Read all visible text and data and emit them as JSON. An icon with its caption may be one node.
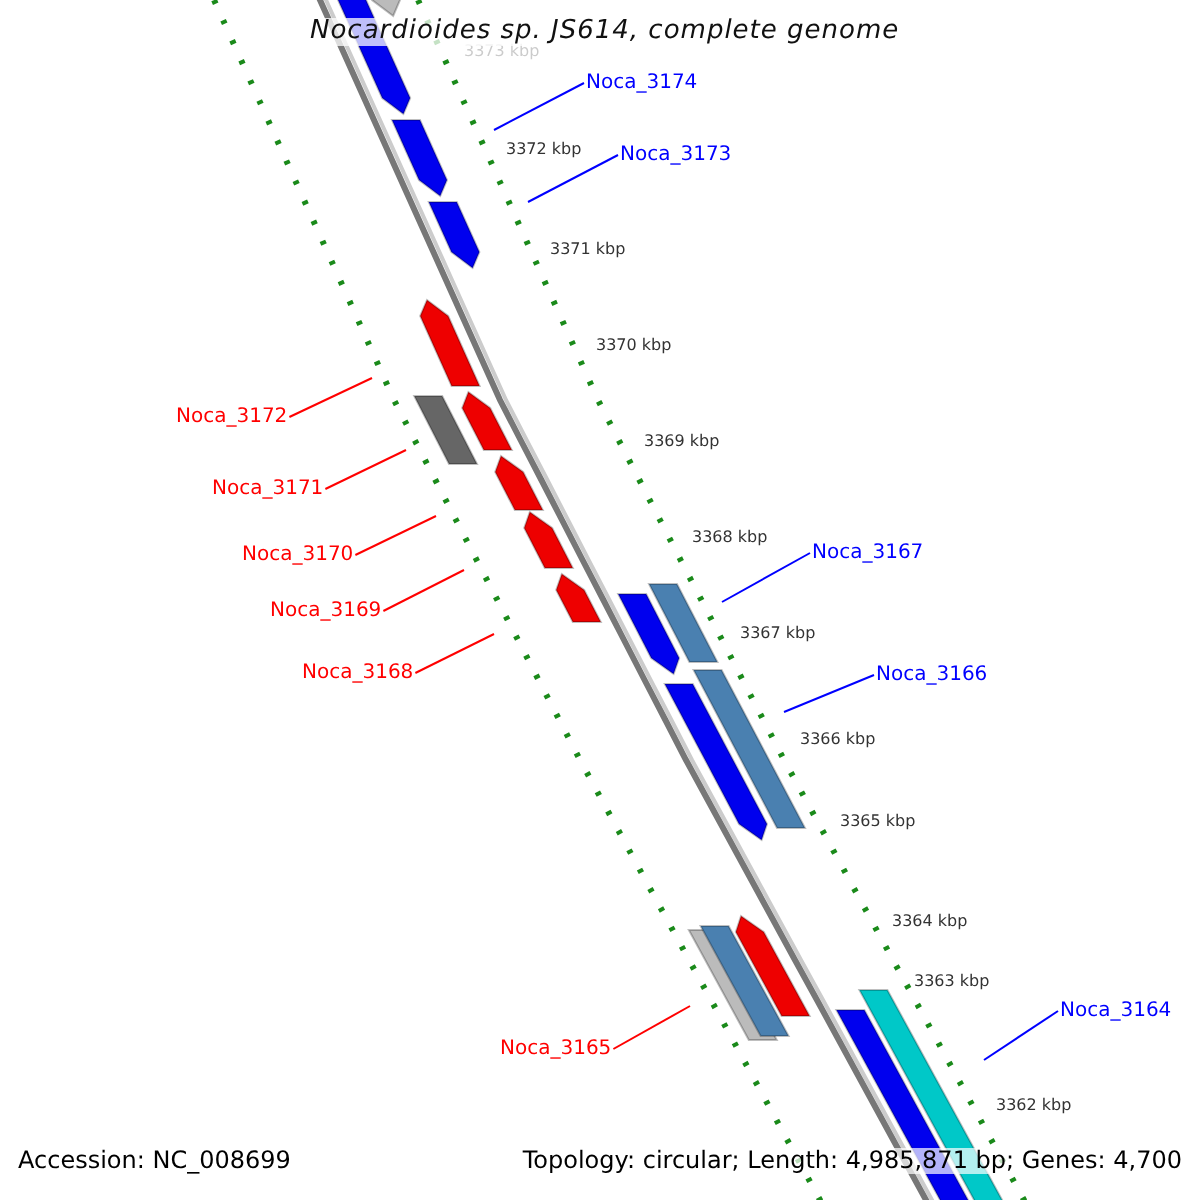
{
  "diagram": {
    "title": "Nocardioides sp. JS614, complete genome",
    "nodes": [
      {
        "text": [
          "Noca_3174"
        ]
      },
      {
        "text": [
          "Noca_3173"
        ]
      },
      {
        "text": [
          "Noca_3172"
        ]
      },
      {
        "text": [
          "Noca_3171"
        ]
      },
      {
        "text": [
          "Noca_3167"
        ]
      },
      {
        "text": [
          "Noca_3170"
        ]
      },
      {
        "text": [
          "Noca_3169"
        ]
      },
      {
        "text": [
          "Noca_3168"
        ]
      },
      {
        "text": [
          "Noca_3166"
        ]
      },
      {
        "text": [
          "Noca_3164"
        ]
      },
      {
        "text": [
          "Noca_3165"
        ]
      }
    ],
    "edges": [
      {
        "from": 0,
        "to": null,
        "arrow": "none",
        "color": "#0000ff"
      },
      {
        "from": 1,
        "to": null,
        "arrow": "none",
        "color": "#0000ff"
      },
      {
        "from": 2,
        "to": null,
        "arrow": "none"
      },
      {
        "from": 3,
        "to": null,
        "arrow": "none"
      },
      {
        "from": 4,
        "to": null,
        "arrow": "none",
        "color": "#0000ff"
      },
      {
        "from": 5,
        "to": null,
        "arrow": "none"
      },
      {
        "from": 6,
        "to": null,
        "arrow": "none"
      },
      {
        "from": 7,
        "to": null,
        "arrow": "none"
      },
      {
        "from": 8,
        "to": null,
        "arrow": "none",
        "color": "#0000ff"
      },
      {
        "from": 9,
        "to": null,
        "arrow": "none",
        "color": "#0000ff"
      },
      {
        "from": 10,
        "to": null,
        "arrow": "none"
      }
    ],
    "labels": [
      "3373 kbp",
      "3372 kbp",
      "3371 kbp",
      "3370 kbp",
      "3369 kbp",
      "3368 kbp",
      "3367 kbp",
      "3366 kbp",
      "3365 kbp",
      "3364 kbp",
      "3363 kbp",
      "3362 kbp",
      "Accession: NC_008699",
      "Topology: circular; Length: 4,985,871 bp; Genes: 4,700"
    ]
  }
}
